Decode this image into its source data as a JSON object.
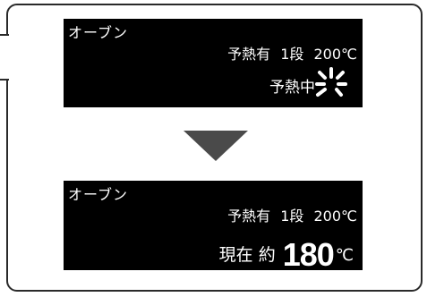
{
  "top_panel": {
    "mode": "オーブン",
    "preheat": "予熱有",
    "stage": "1段",
    "temperature": "200℃",
    "status": "予熱中",
    "spinner_icon": "loading-spinner-icon"
  },
  "bottom_panel": {
    "mode": "オーブン",
    "preheat": "予熱有",
    "stage": "1段",
    "temperature": "200℃",
    "current_label": "現在 約",
    "current_temp": "180",
    "current_unit": "℃"
  },
  "arrow_icon": "arrow-down-icon",
  "colors": {
    "panel_bg": "#000000",
    "text": "#ffffff",
    "arrow": "#4a4a4a"
  }
}
